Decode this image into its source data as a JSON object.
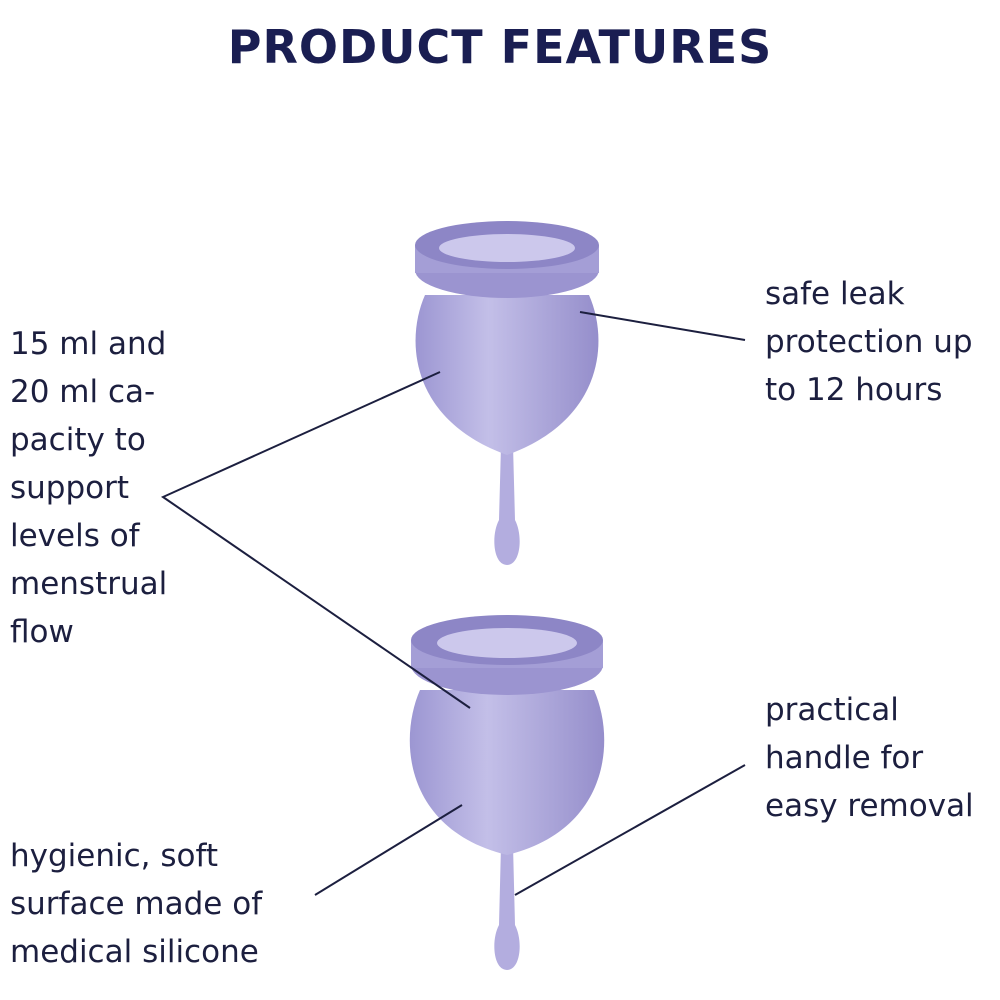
{
  "title": "PRODUCT FEATURES",
  "features": {
    "capacity": "15 ml and\n20 ml ca-\npacity to\nsupport\nlevels of\nmenstrual\nflow",
    "leak": "safe leak\nprotection up\nto 12 hours",
    "handle": "practical\nhandle for\neasy removal",
    "surface": "hygienic, soft\nsurface made of\nmedical silicone"
  },
  "colors": {
    "title": "#1a1e52",
    "cup": "#a9a3d8",
    "line": "#1c1f3f"
  }
}
